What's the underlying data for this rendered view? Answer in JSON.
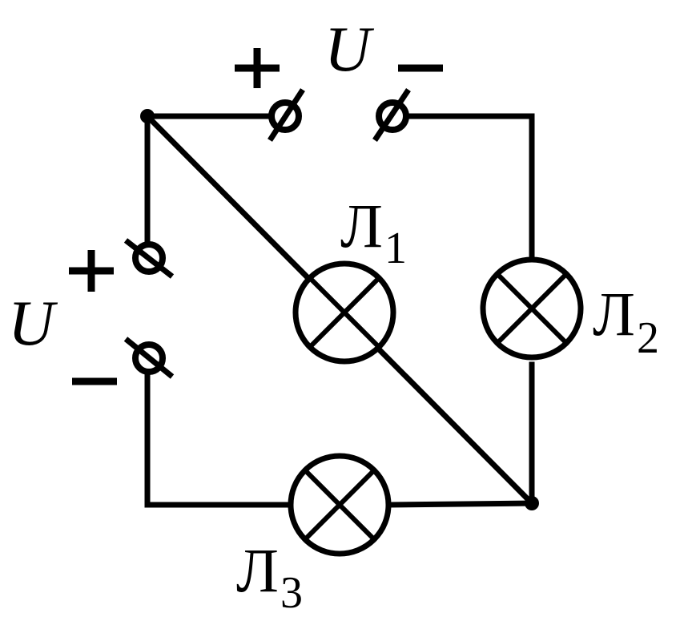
{
  "labels": {
    "voltage_top": "U",
    "voltage_left": "U",
    "lamp1": "Л",
    "lamp1_sub": "1",
    "lamp2": "Л",
    "lamp2_sub": "2",
    "lamp3": "Л",
    "lamp3_sub": "3"
  },
  "colors": {
    "ink": "#000000",
    "background": "#ffffff"
  }
}
